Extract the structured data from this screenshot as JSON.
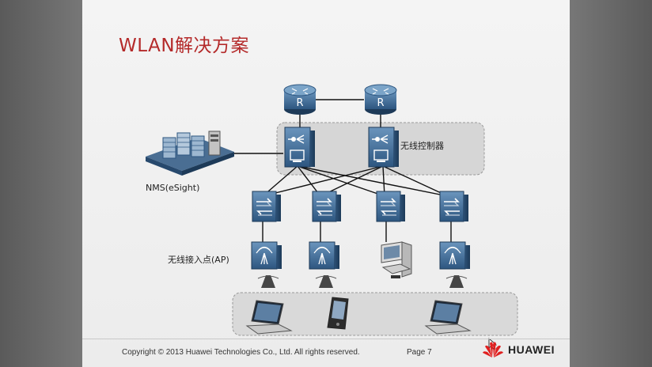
{
  "slide": {
    "title": "WLAN解决方案",
    "labels": {
      "controller": "无线控制器",
      "nms": "NMS(eSight)",
      "ap": "无线接入点(AP)"
    },
    "router_letter": "R",
    "footer": {
      "copyright": "Copyright © 2013 Huawei Technologies Co., Ltd. All rights reserved.",
      "page": "Page 7",
      "brand": "HUAWEI"
    },
    "colors": {
      "title": "#b42a2a",
      "device_blue": "#3d6b95",
      "brand_red": "#e02020"
    }
  }
}
